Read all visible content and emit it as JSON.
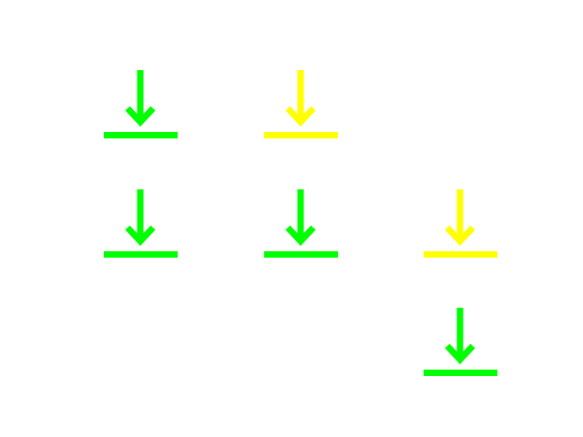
{
  "colors": {
    "green": "#00ff00",
    "yellow": "#ffff00",
    "background": "#ffffff"
  },
  "icons": [
    {
      "row": 0,
      "col": 0,
      "color": "green",
      "name": "download-icon"
    },
    {
      "row": 0,
      "col": 1,
      "color": "yellow",
      "name": "download-icon"
    },
    {
      "row": 1,
      "col": 0,
      "color": "green",
      "name": "download-icon"
    },
    {
      "row": 1,
      "col": 1,
      "color": "green",
      "name": "download-icon"
    },
    {
      "row": 1,
      "col": 2,
      "color": "yellow",
      "name": "download-icon"
    },
    {
      "row": 2,
      "col": 2,
      "color": "green",
      "name": "download-icon"
    }
  ]
}
